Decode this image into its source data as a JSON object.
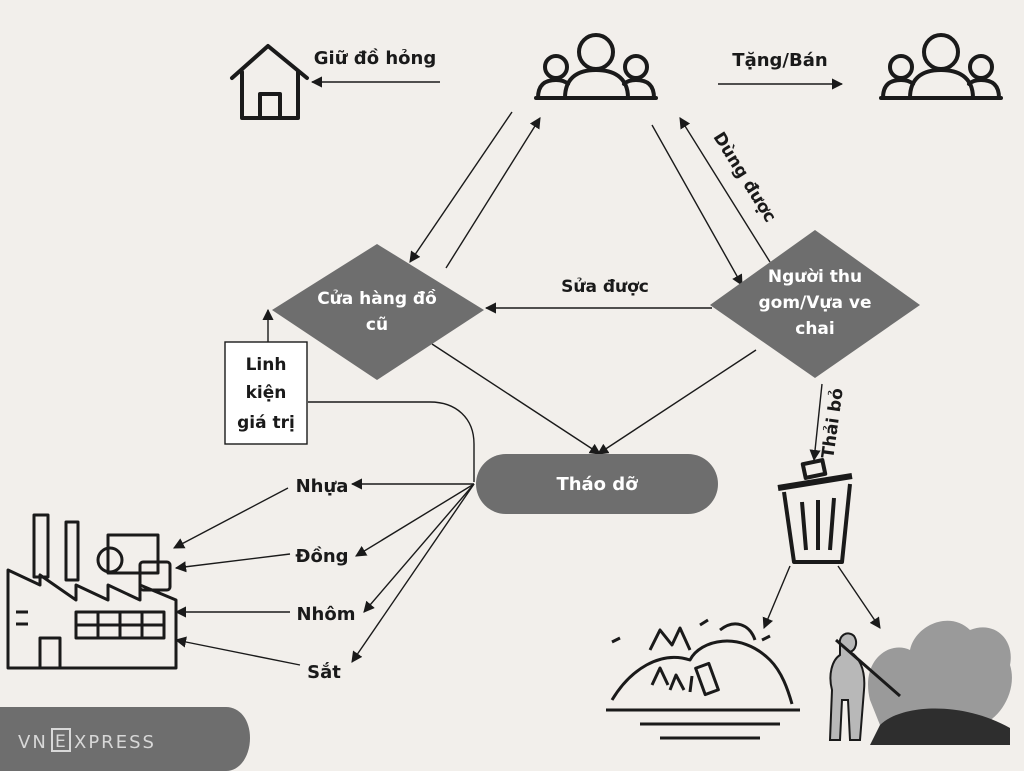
{
  "nodes": {
    "shop": [
      "Cửa hàng đồ",
      "cũ"
    ],
    "collector": [
      "Người thu",
      "gom/Vựa ve",
      "chai"
    ],
    "dismantle": "Tháo dỡ",
    "components": [
      "Linh",
      "kiện",
      "giá trị"
    ]
  },
  "edges": {
    "keep_broken": "Giữ đồ hỏng",
    "give_sell": "Tặng/Bán",
    "usable": "Dùng được",
    "repairable": "Sửa được",
    "discard": "Thải bỏ"
  },
  "materials": [
    "Nhựa",
    "Đồng",
    "Nhôm",
    "Sắt"
  ],
  "brand": {
    "pre": "VN",
    "post": "XPRESS",
    "letter": "E"
  },
  "colors": {
    "node_fill": "#6e6e6e",
    "background": "#f2efeb",
    "line": "#1a1a1a"
  },
  "icons": [
    "house-icon",
    "people-group-icon",
    "people-group-icon",
    "factory-icon",
    "trash-can-icon",
    "landfill-icon",
    "burning-waste-icon"
  ]
}
